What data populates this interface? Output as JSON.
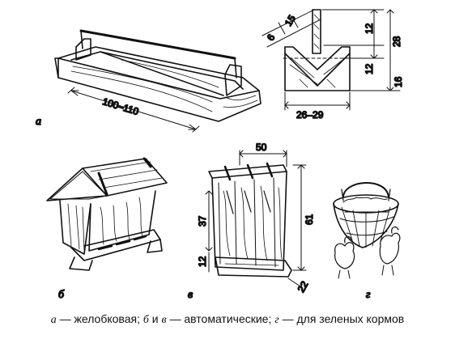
{
  "figures": {
    "a": {
      "letter": "а",
      "dimension_length": "100–110",
      "dimensions_section": {
        "top_a": "6",
        "top_b": "15",
        "right_top": "12",
        "right_mid": "12",
        "right_total_top": "28",
        "right_total_bottom": "16",
        "bottom_width": "26–29"
      }
    },
    "b": {
      "letter": "б"
    },
    "v": {
      "letter": "в",
      "dim_top": "50",
      "dim_side": "61",
      "dim_inner": "37",
      "dim_low": "12",
      "dim_base": "22"
    },
    "g": {
      "letter": "г"
    }
  },
  "caption": {
    "a_letter": "а",
    "a_text": " — желобковая; ",
    "bv_letters": "б",
    "bv_and": " и ",
    "bv_letter2": "в",
    "bv_text": " — автоматические; ",
    "g_letter": "г",
    "g_text": " — для зеленых кормов"
  }
}
